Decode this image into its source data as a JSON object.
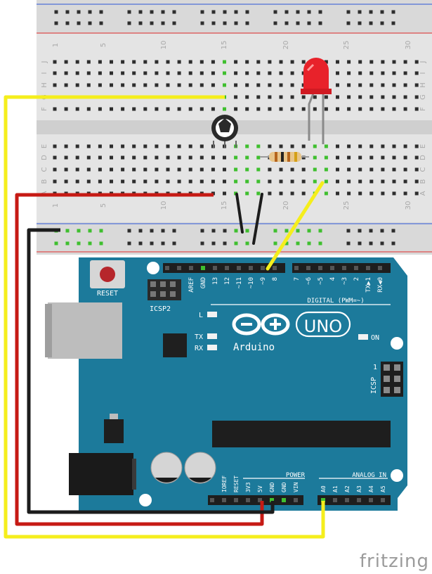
{
  "brand": "fritzing",
  "breadboard": {
    "row_letters_top": [
      "J",
      "I",
      "H",
      "G",
      "F"
    ],
    "row_letters_bottom": [
      "E",
      "D",
      "C",
      "B",
      "A"
    ],
    "column_numbers": [
      "1",
      "5",
      "10",
      "15",
      "20",
      "25",
      "30"
    ]
  },
  "arduino": {
    "logo_text": "UNO",
    "brand_text": "Arduino",
    "reset_label": "RESET",
    "icsp2_label": "ICSP2",
    "icsp_label": "ICSP",
    "on_label": "ON",
    "led_l_label": "L",
    "tx_label": "TX",
    "rx_label": "RX",
    "digital_label": "DIGITAL (PWM=~)",
    "power_label": "POWER",
    "analog_label": "ANALOG IN",
    "digital_pins": [
      "AREF",
      "GND",
      "13",
      "12",
      "~11",
      "~10",
      "~9",
      "8",
      "7",
      "~6",
      "~5",
      "4",
      "~3",
      "2",
      "TX▶1",
      "RX◀0"
    ],
    "power_pins": [
      "IOREF",
      "RESET",
      "3V3",
      "5V",
      "GND",
      "GND",
      "VIN"
    ],
    "analog_pins": [
      "A0",
      "A1",
      "A2",
      "A3",
      "A4",
      "A5"
    ]
  },
  "components": {
    "potentiometer": "potentiometer",
    "led_color": "#e8222a",
    "resistor_bands": [
      "#b5651d",
      "#222222",
      "#b5651d",
      "#d4a017"
    ]
  },
  "colors": {
    "wire_yellow": "#f5ee1c",
    "wire_red": "#c61a14",
    "wire_black": "#1c1c1c",
    "board": "#1c7a9b",
    "rail_red": "#e05050",
    "rail_blue": "#5070d8"
  }
}
